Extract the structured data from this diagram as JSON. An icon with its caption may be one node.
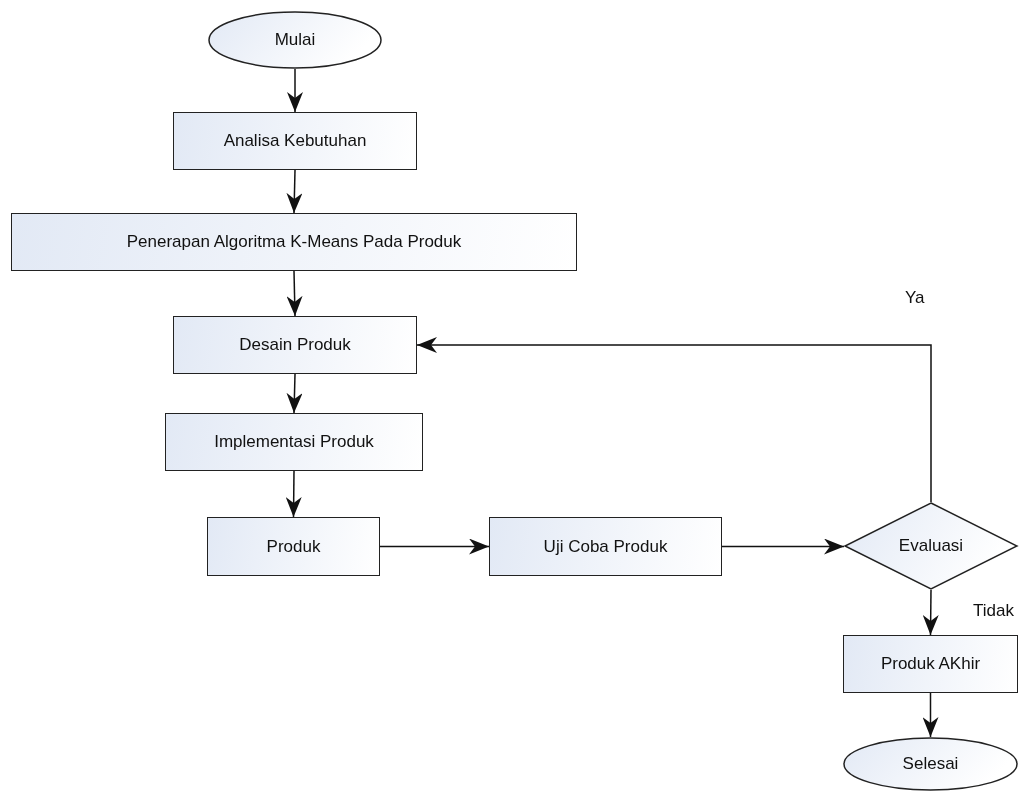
{
  "diagram": {
    "nodes": [
      {
        "text": [
          "Mulai"
        ]
      },
      {
        "text": [
          "Analisa Kebutuhan"
        ]
      },
      {
        "text": [
          "Penerapan Algoritma K-Means Pada Produk"
        ]
      },
      {
        "text": [
          "Desain Produk"
        ]
      },
      {
        "text": [
          "Implementasi Produk"
        ]
      },
      {
        "text": [
          "Produk"
        ]
      },
      {
        "text": [
          "Uji Coba Produk"
        ]
      },
      {
        "text": [
          "Evaluasi"
        ]
      },
      {
        "text": [
          "Produk AKhir"
        ]
      },
      {
        "text": [
          "Selesai"
        ]
      }
    ],
    "edges": [
      {
        "from": 0,
        "to": 1,
        "arrow": "to"
      },
      {
        "from": 1,
        "to": 2,
        "arrow": "to"
      },
      {
        "from": 2,
        "to": 3,
        "arrow": "to"
      },
      {
        "from": 3,
        "to": 4,
        "arrow": "to"
      },
      {
        "from": 4,
        "to": 5,
        "arrow": "to"
      },
      {
        "from": 5,
        "to": 6,
        "arrow": "to"
      },
      {
        "from": 6,
        "to": 7,
        "arrow": "to"
      },
      {
        "from": 7,
        "to": 3,
        "arrow": "to",
        "label": "Ya"
      },
      {
        "from": 7,
        "to": 8,
        "arrow": "to",
        "label": "Tidak"
      },
      {
        "from": 8,
        "to": 9,
        "arrow": "to"
      }
    ]
  }
}
